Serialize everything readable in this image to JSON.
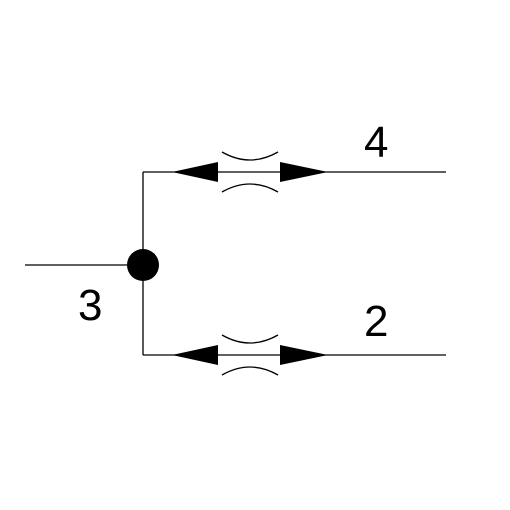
{
  "diagram": {
    "type": "pneumatic-symbol",
    "description_visible": "",
    "colors": {
      "line": "#000000",
      "background": "#ffffff"
    },
    "ports": [
      {
        "id": "port-3",
        "label": "3"
      },
      {
        "id": "port-4",
        "label": "4"
      },
      {
        "id": "port-2",
        "label": "2"
      }
    ]
  }
}
